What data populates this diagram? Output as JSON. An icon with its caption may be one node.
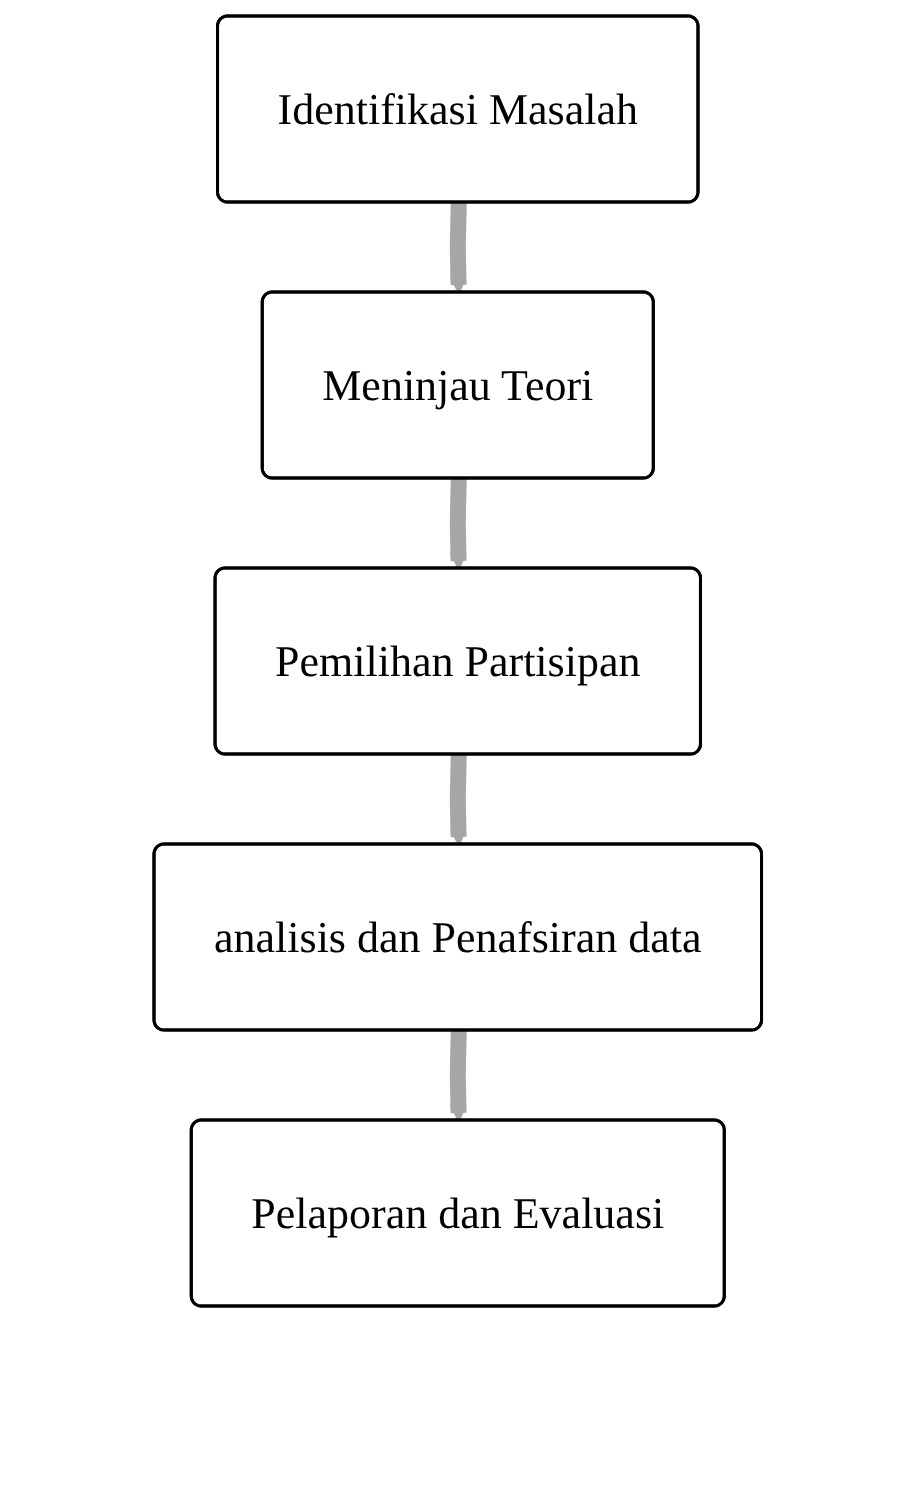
{
  "diagram": {
    "nodes": [
      {
        "text": [
          "Identifikasi Masalah"
        ]
      },
      {
        "text": [
          "Meninjau Teori"
        ]
      },
      {
        "text": [
          "Pemilihan Partisipan"
        ]
      },
      {
        "text": [
          "analisis dan Penafsiran data"
        ]
      },
      {
        "text": [
          "Pelaporan dan Evaluasi"
        ]
      }
    ],
    "edges": [
      {
        "from": 0,
        "to": 1,
        "arrow": "to"
      },
      {
        "from": 1,
        "to": 2,
        "arrow": "to"
      },
      {
        "from": 2,
        "to": 3,
        "arrow": "to"
      },
      {
        "from": 3,
        "to": 4,
        "arrow": "to"
      }
    ]
  }
}
